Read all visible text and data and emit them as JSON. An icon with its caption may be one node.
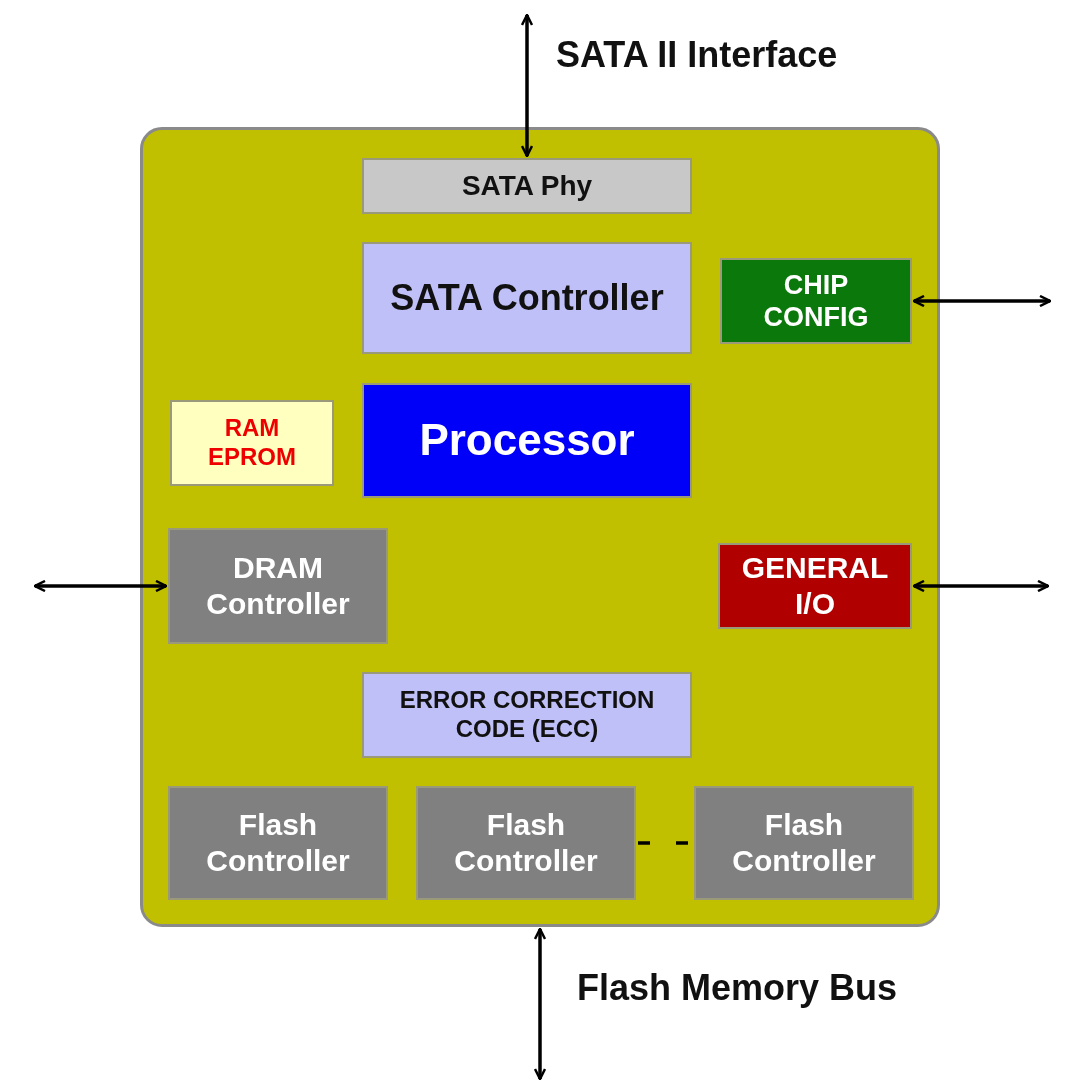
{
  "diagram": {
    "nodes": [
      {
        "text": [],
        "shape": "box"
      },
      {
        "text": [
          "SATA Phy"
        ],
        "in": 0
      },
      {
        "text": [
          "SATA Controller"
        ],
        "in": 0
      },
      {
        "text": [
          "CHIP CONFIG"
        ],
        "in": 0
      },
      {
        "text": [
          "RAM EPROM"
        ],
        "in": 0
      },
      {
        "text": [
          "Processor"
        ],
        "in": 0
      },
      {
        "text": [
          "DRAM Controller"
        ],
        "in": 0
      },
      {
        "text": [
          "GENERAL I/O"
        ],
        "in": 0
      },
      {
        "text": [
          "ERROR CORRECTION CODE (ECC)"
        ],
        "in": 0
      },
      {
        "text": [
          "Flash Controller"
        ],
        "in": 0
      },
      {
        "text": [
          "Flash Controller"
        ],
        "in": 0
      },
      {
        "text": [
          "Flash Controller"
        ],
        "in": 0
      }
    ],
    "edges": [
      {
        "from": null,
        "to": 1,
        "arrow": "both",
        "label": "SATA II Interface"
      },
      {
        "from": 3,
        "to": null,
        "arrow": "both"
      },
      {
        "from": null,
        "to": 6,
        "arrow": "both"
      },
      {
        "from": 7,
        "to": null,
        "arrow": "both"
      },
      {
        "from": 0,
        "to": null,
        "arrow": "both",
        "label": "Flash Memory Bus"
      },
      {
        "from": 10,
        "to": 11,
        "arrow": "none",
        "style": "dashed"
      }
    ]
  }
}
